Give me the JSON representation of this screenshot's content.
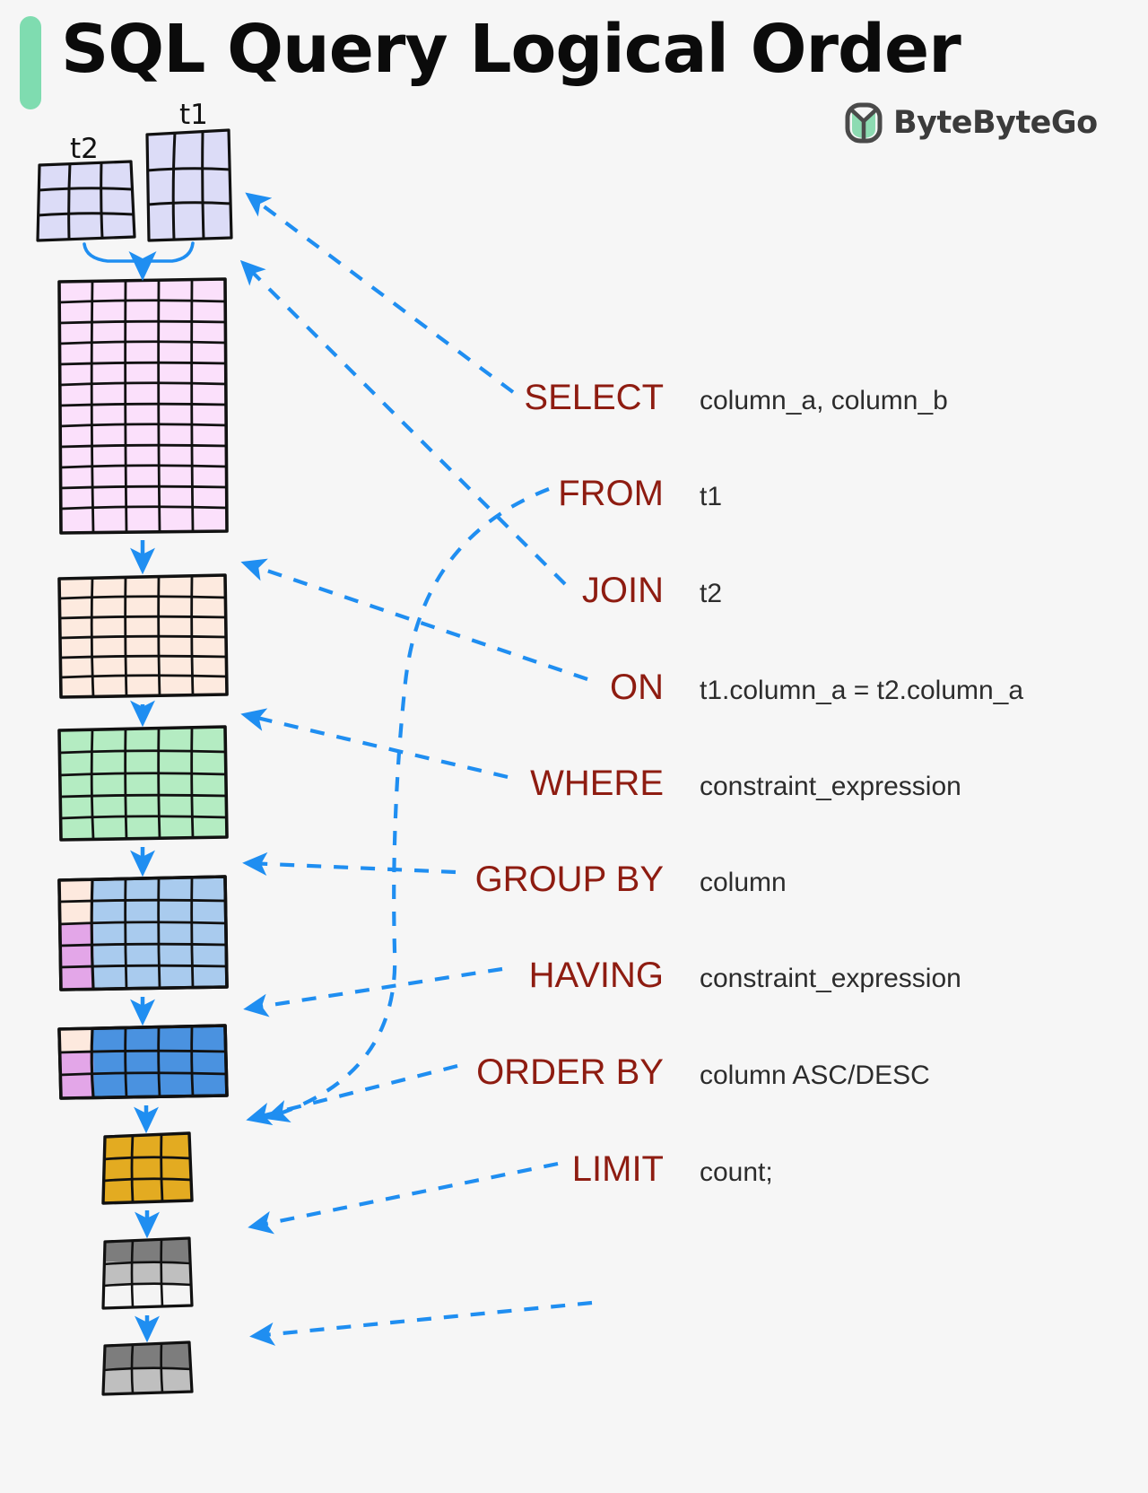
{
  "header": {
    "title": "SQL Query Logical Order",
    "accent_color": "#7FDCB0",
    "logo_text": "ByteByteGo",
    "logo_icon": "bytebytego-leaf-icon"
  },
  "colors": {
    "keyword": "#8e1c11",
    "argument": "#2c2c2c",
    "arrow": "#1f8ef1",
    "background": "#f6f6f6",
    "source_table": "#dcdcf7",
    "from_table": "#fbe0fb",
    "join_table": "#fdeadf",
    "where_table": "#b4ecc2",
    "group_table": "#a9cbee",
    "having_table": "#4a92e0",
    "order_table": "#e3ab21",
    "limit_table_dark": "#7d7d7d",
    "limit_table_mid": "#bfbfbf",
    "limit_table_light": "#f2f2f2",
    "group_key_peach": "#fde9de",
    "group_key_purple": "#e3a6e8"
  },
  "source_tables": [
    {
      "name": "t2",
      "label": "t2",
      "rows": 3,
      "cols": 3
    },
    {
      "name": "t1",
      "label": "t1",
      "rows": 3,
      "cols": 3
    }
  ],
  "clauses": [
    {
      "id": "select",
      "keyword": "SELECT",
      "argument": "column_a, column_b"
    },
    {
      "id": "from",
      "keyword": "FROM",
      "argument": "t1"
    },
    {
      "id": "join",
      "keyword": "JOIN",
      "argument": "t2"
    },
    {
      "id": "on",
      "keyword": "ON",
      "argument": "t1.column_a = t2.column_a"
    },
    {
      "id": "where",
      "keyword": "WHERE",
      "argument": "constraint_expression"
    },
    {
      "id": "groupby",
      "keyword": "GROUP BY",
      "argument": "column"
    },
    {
      "id": "having",
      "keyword": "HAVING",
      "argument": "constraint_expression"
    },
    {
      "id": "orderby",
      "keyword": "ORDER BY",
      "argument": "column ASC/DESC"
    },
    {
      "id": "limit",
      "keyword": "LIMIT",
      "argument": "count;"
    }
  ],
  "result_tables": [
    {
      "id": "cross-product-table",
      "rows": 12,
      "cols": 5,
      "fill": "#fbe0fb"
    },
    {
      "id": "join-result-table",
      "rows": 6,
      "cols": 5,
      "fill": "#fdeadf"
    },
    {
      "id": "where-result-table",
      "rows": 5,
      "cols": 5,
      "fill": "#b4ecc2"
    },
    {
      "id": "groupby-result-table",
      "rows": 5,
      "cols": 5,
      "fill": "#a9cbee"
    },
    {
      "id": "having-result-table",
      "rows": 3,
      "cols": 5,
      "fill": "#4a92e0"
    },
    {
      "id": "orderby-result-table",
      "rows": 3,
      "cols": 3,
      "fill": "#e3ab21"
    },
    {
      "id": "limit-result-table",
      "rows": 3,
      "cols": 3,
      "fill": "gradient-gray"
    },
    {
      "id": "final-result-table",
      "rows": 2,
      "cols": 3,
      "fill": "gradient-gray"
    }
  ]
}
